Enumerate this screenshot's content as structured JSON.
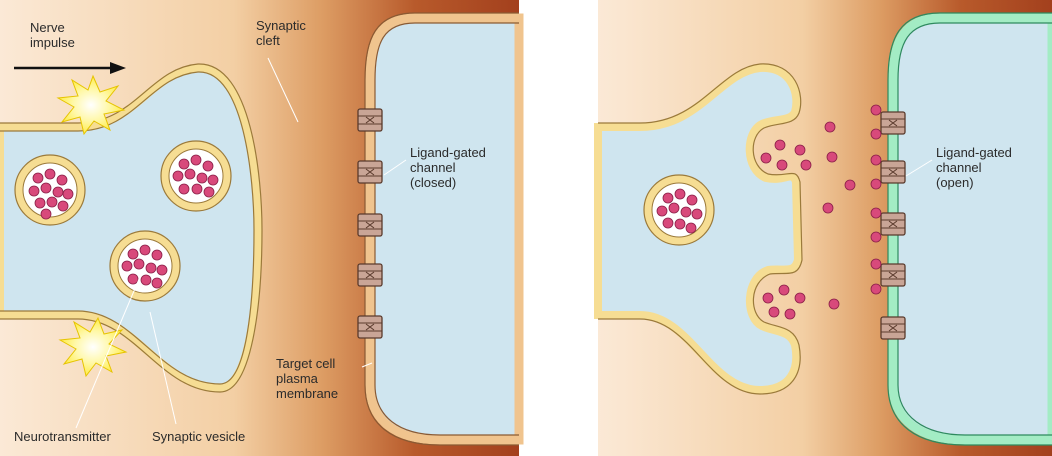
{
  "panels": [
    {
      "id": "closed",
      "labels": {
        "nerve_impulse": "Nerve\nimpulse",
        "synaptic_cleft": "Synaptic\ncleft",
        "channel": "Ligand-gated\nchannel\n(closed)",
        "target_membrane": "Target cell\nplasma\nmembrane",
        "neurotransmitter": "Neurotransmitter",
        "synaptic_vesicle": "Synaptic vesicle"
      }
    },
    {
      "id": "open",
      "labels": {
        "channel": "Ligand-gated\nchannel\n(open)"
      }
    }
  ],
  "colors": {
    "cytoplasm": "#cfe5ef",
    "membrane": "#f6dd93",
    "membrane_edge": "#9b7a3b",
    "open_membrane": "#a3ecc4",
    "open_membrane_edge": "#2e8a5e",
    "neurotransmitter": "#d8497b",
    "channel": "#c9a596",
    "impulse_flash": "#fff27a",
    "background_light": "#fbe7d1",
    "background_dark": "#a3401d"
  },
  "icons": [
    "arrow-right-icon",
    "impulse-flash-icon"
  ]
}
